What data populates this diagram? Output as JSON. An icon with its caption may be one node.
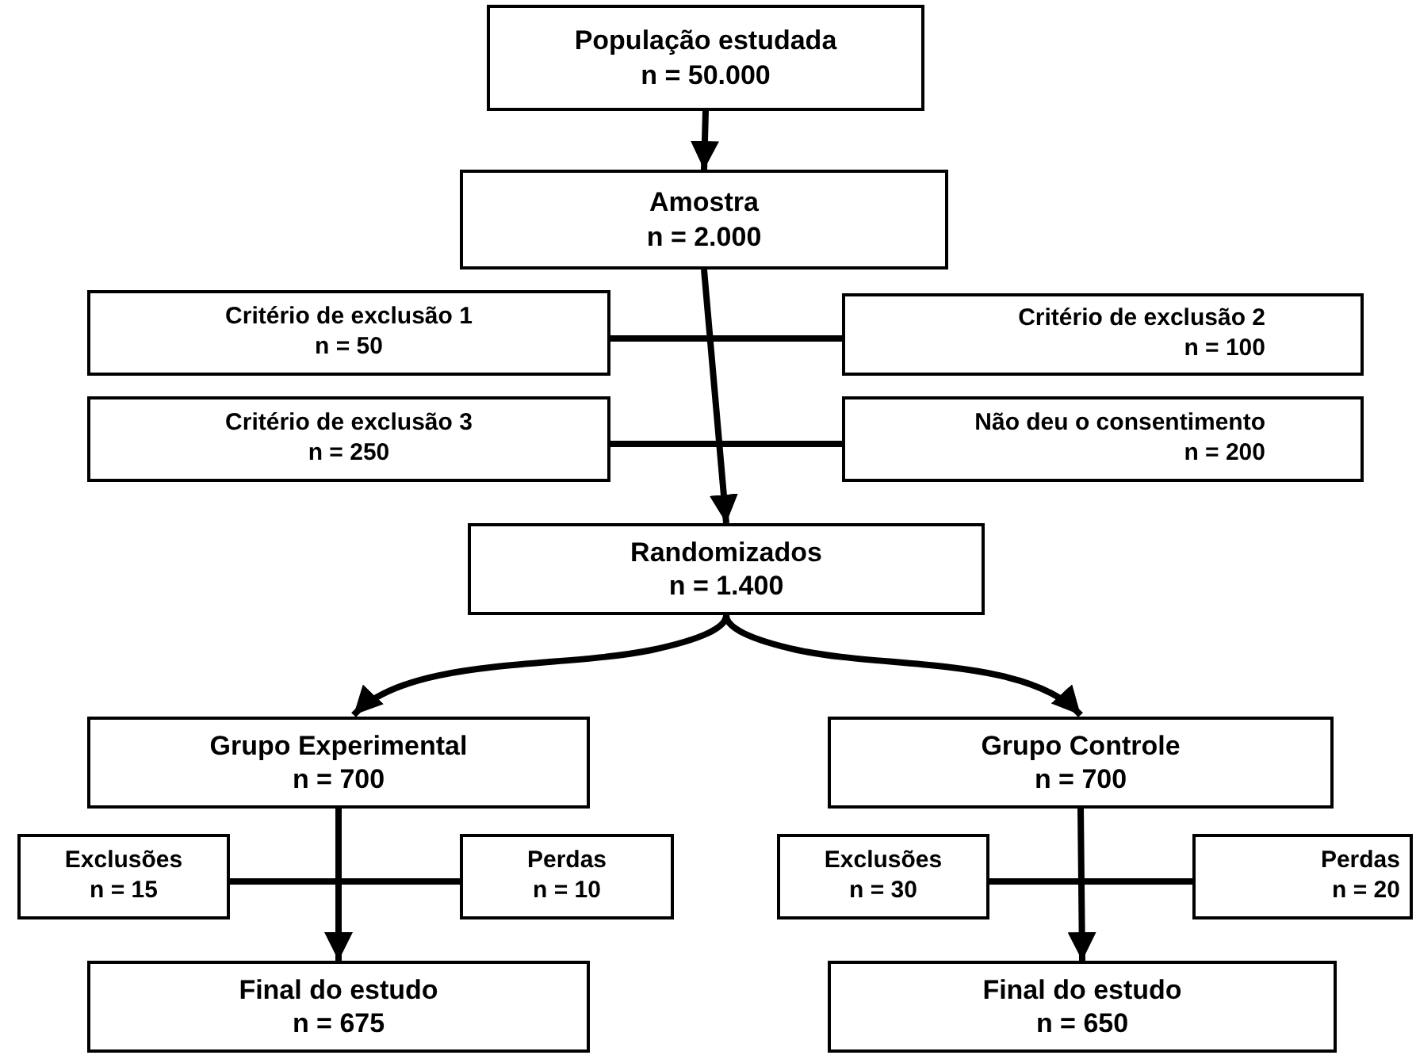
{
  "diagram": {
    "nodes": [
      {
        "text": [
          "População estudada",
          "n = 50.000"
        ]
      },
      {
        "text": [
          "Amostra",
          "n = 2.000"
        ]
      },
      {
        "text": [
          "Critério de exclusão 1",
          "n = 50"
        ]
      },
      {
        "text": [
          "Critério de exclusão 2",
          "n = 100"
        ]
      },
      {
        "text": [
          "Critério de exclusão 3",
          "n = 250"
        ]
      },
      {
        "text": [
          "Não deu o consentimento",
          "n = 200"
        ]
      },
      {
        "text": [
          "Randomizados",
          "n = 1.400"
        ]
      },
      {
        "text": [
          "Grupo Experimental",
          "n = 700"
        ]
      },
      {
        "text": [
          "Grupo Controle",
          "n = 700"
        ]
      },
      {
        "text": [
          "Exclusões",
          "n = 15"
        ]
      },
      {
        "text": [
          "Perdas",
          "n = 10"
        ]
      },
      {
        "text": [
          "Exclusões",
          "n = 30"
        ]
      },
      {
        "text": [
          "Perdas",
          "n = 20"
        ]
      },
      {
        "text": [
          "Final do estudo",
          "n = 675"
        ]
      },
      {
        "text": [
          "Final do estudo",
          "n = 650"
        ]
      }
    ],
    "edges": [
      {
        "from": 0,
        "to": 1,
        "arrow": "to"
      },
      {
        "from": 1,
        "to": 6,
        "arrow": "to"
      },
      {
        "from": 2,
        "to": 3,
        "arrow": "none"
      },
      {
        "from": 4,
        "to": 5,
        "arrow": "none"
      },
      {
        "from": 6,
        "to": 7,
        "arrow": "to"
      },
      {
        "from": 6,
        "to": 8,
        "arrow": "to"
      },
      {
        "from": 7,
        "to": 13,
        "arrow": "to"
      },
      {
        "from": 8,
        "to": 14,
        "arrow": "to"
      },
      {
        "from": 9,
        "to": 10,
        "arrow": "none"
      },
      {
        "from": 11,
        "to": 12,
        "arrow": "none"
      }
    ]
  }
}
